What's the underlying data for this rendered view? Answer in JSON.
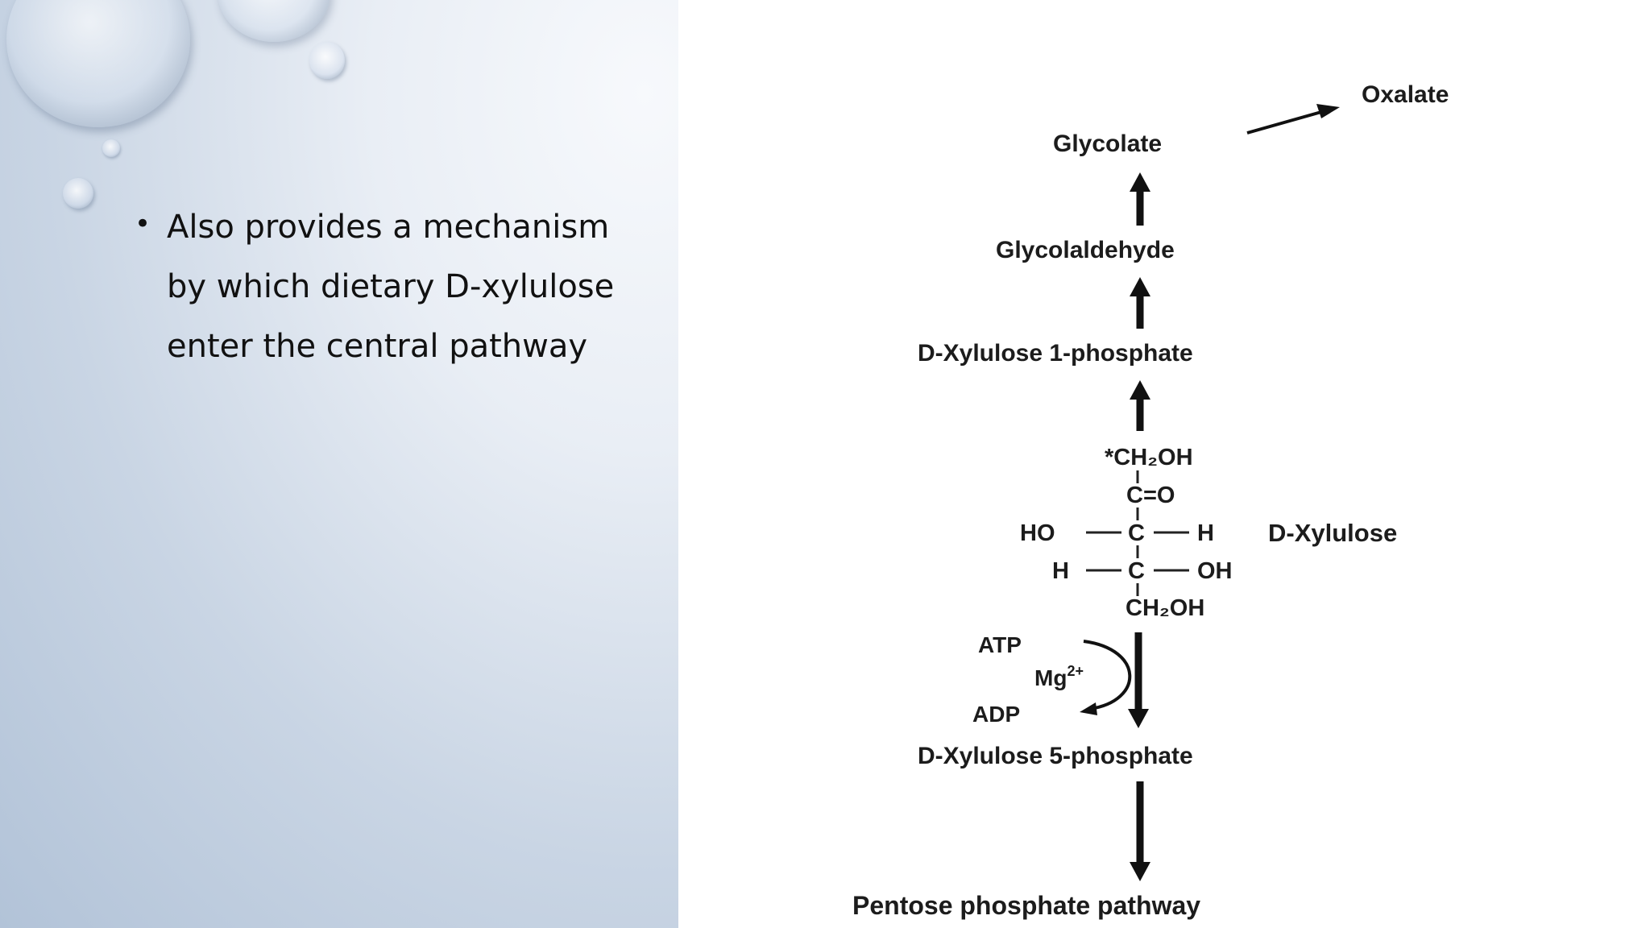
{
  "slide": {
    "bullets": [
      "Also provides a mechanism by which dietary D-xylulose enter the central pathway"
    ]
  },
  "diagram": {
    "oxalate": "Oxalate",
    "glycolate": "Glycolate",
    "glycolaldehyde": "Glycolaldehyde",
    "xylulose_1p": "D-Xylulose 1-phosphate",
    "structure": {
      "row1": "*CH₂OH",
      "row2": "C=O",
      "row3_left": "HO",
      "row3_c": "C",
      "row3_right": "H",
      "row4_left": "H",
      "row4_c": "C",
      "row4_right": "OH",
      "row5": "CH₂OH",
      "name": "D-Xylulose"
    },
    "cofactors": {
      "atp": "ATP",
      "mg": "Mg",
      "mg_charge": "2+",
      "adp": "ADP"
    },
    "xylulose_5p": "D-Xylulose 5-phosphate",
    "pentose": "Pentose phosphate pathway"
  }
}
